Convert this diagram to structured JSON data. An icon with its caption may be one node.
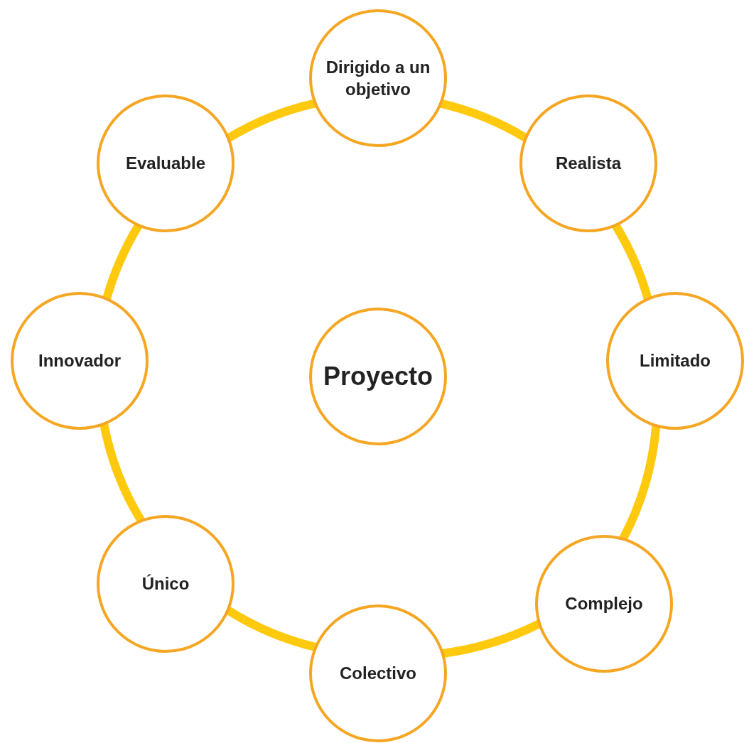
{
  "diagram": {
    "nodes": [
      {
        "text": [
          "Dirigido a un objetivo"
        ]
      },
      {
        "text": [
          "Evaluable"
        ]
      },
      {
        "text": [
          "Realista"
        ]
      },
      {
        "text": [
          "Innovador"
        ]
      },
      {
        "text": [
          "Proyecto"
        ]
      },
      {
        "text": [
          "Limitado"
        ]
      },
      {
        "text": [
          "Único"
        ]
      },
      {
        "text": [
          "Complejo"
        ]
      },
      {
        "text": [
          "Colectivo"
        ]
      }
    ],
    "edges": [
      {
        "from": 0,
        "to": 2,
        "arrow": "none"
      },
      {
        "from": 2,
        "to": 5,
        "arrow": "none"
      },
      {
        "from": 5,
        "to": 7,
        "arrow": "none"
      },
      {
        "from": 7,
        "to": 8,
        "arrow": "none"
      },
      {
        "from": 8,
        "to": 6,
        "arrow": "none"
      },
      {
        "from": 6,
        "to": 3,
        "arrow": "none"
      },
      {
        "from": 3,
        "to": 1,
        "arrow": "none"
      },
      {
        "from": 1,
        "to": 0,
        "arrow": "none"
      }
    ]
  }
}
